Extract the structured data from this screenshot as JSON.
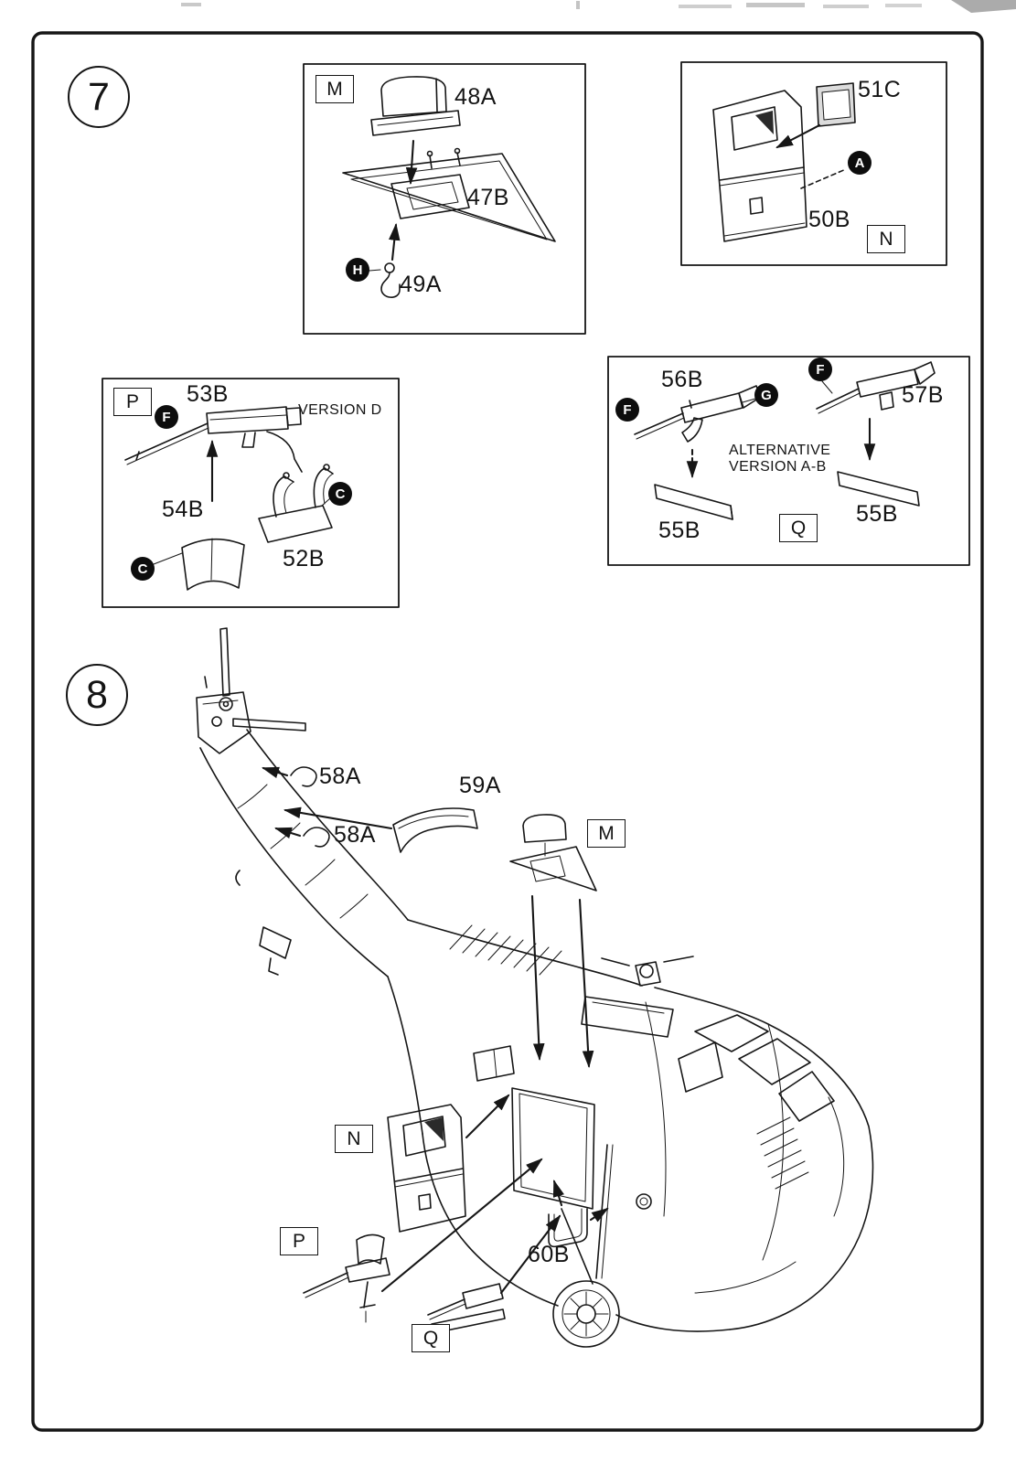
{
  "step7": {
    "number": "7",
    "hoist_box": {
      "letter": "M",
      "part_48a": "48A",
      "part_47b": "47B",
      "part_49a": "49A",
      "badge_h": "H"
    },
    "door_box": {
      "letter": "N",
      "part_51c": "51C",
      "part_50b": "50B",
      "badge_a": "A"
    },
    "version_d_box": {
      "letter": "P",
      "part_53b": "53B",
      "part_54b": "54B",
      "part_52b": "52B",
      "badge_f": "F",
      "badge_c_lower": "C",
      "badge_c_right": "C",
      "version_label": "VERSION D"
    },
    "alternative_box": {
      "letter": "Q",
      "part_56b": "56B",
      "part_57b": "57B",
      "part_55b_left": "55B",
      "part_55b_right": "55B",
      "badge_f_left": "F",
      "badge_f_right": "F",
      "badge_g": "G",
      "alt_line1": "ALTERNATIVE",
      "alt_line2": "VERSION A-B"
    }
  },
  "step8": {
    "number": "8",
    "part_58a_upper": "58A",
    "part_58a_lower": "58A",
    "part_59a": "59A",
    "part_60b": "60B",
    "letter_m": "M",
    "letter_n": "N",
    "letter_p": "P",
    "letter_q": "Q"
  }
}
